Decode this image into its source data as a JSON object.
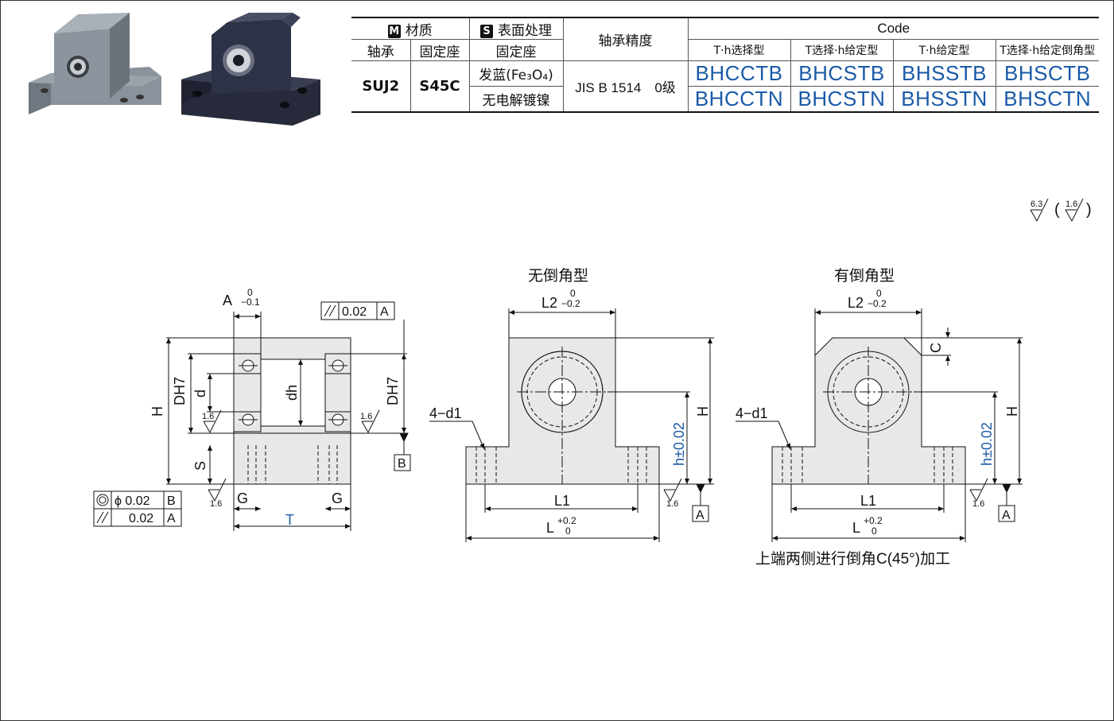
{
  "table": {
    "material_tag": "M",
    "material_label": "材质",
    "surface_tag": "S",
    "surface_label": "表面处理",
    "bearing_precision_label": "轴承精度",
    "code_label": "Code",
    "col_shaft": "轴承",
    "col_mount": "固定座",
    "col_mount2": "固定座",
    "types": [
      "T·h选择型",
      "T选择·h给定型",
      "T·h给定型",
      "T选择·h给定倒角型"
    ],
    "shaft_material": "SUJ2",
    "mount_material": "S45C",
    "surface_1": "发蓝(Fe₃O₄)",
    "surface_2": "无电解镀镍",
    "precision": "JIS B 1514　0级",
    "codes_row1": [
      "BHCCTB",
      "BHCSTB",
      "BHSSTB",
      "BHSCTB"
    ],
    "codes_row2": [
      "BHCCTN",
      "BHCSTN",
      "BHSSTN",
      "BHSCTN"
    ]
  },
  "roughness": {
    "main": "6.3",
    "sub": "1.6"
  },
  "drawings": {
    "no_chamfer_title": "无倒角型",
    "chamfer_title": "有倒角型",
    "chamfer_note": "上端两侧进行倒角C(45°)加工",
    "dims": {
      "A": "A",
      "A_tol_upper": "0",
      "A_tol_lower": "−0.1",
      "H": "H",
      "DH7": "DH7",
      "d": "d",
      "dh": "dh",
      "S": "S",
      "G": "G",
      "T": "T",
      "L2": "L2",
      "L2_tol_upper": "0",
      "L2_tol_lower": "−0.2",
      "L1": "L1",
      "L": "L",
      "L_tol_upper": "+0.2",
      "L_tol_lower": "0",
      "h": "h±0.02",
      "d1": "4−d1",
      "C": "C",
      "ra": "1.6"
    },
    "gdt": {
      "parallel_top": "0.02",
      "datum_A": "A",
      "datum_B": "B",
      "concentric": "ϕ 0.02",
      "parallel_bottom": "0.02"
    }
  },
  "colors": {
    "code_blue": "#1a5aa8",
    "part_fill": "#e8e8e8"
  }
}
